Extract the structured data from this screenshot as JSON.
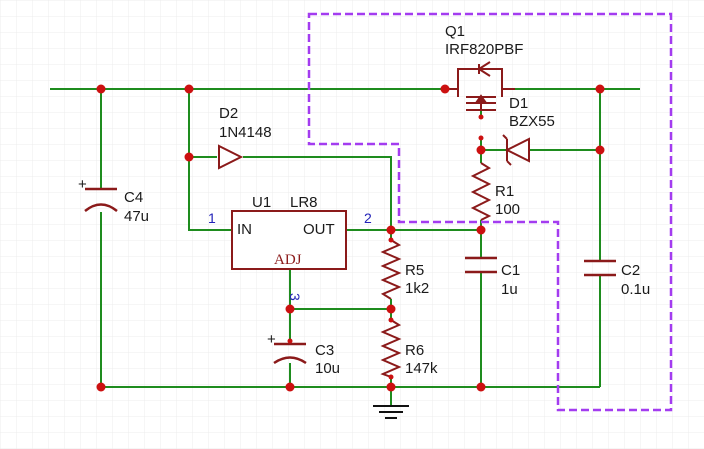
{
  "colors": {
    "wire": "#1e8c1e",
    "component": "#8b1a1a",
    "junction": "#cc1010",
    "selection": "#a33cf0",
    "grid": "#ececec",
    "text": "#1a1a1a",
    "pin_number": "#2222b8"
  },
  "components": {
    "q1": {
      "ref": "Q1",
      "value": "IRF820PBF"
    },
    "d1": {
      "ref": "D1",
      "value": "BZX55"
    },
    "d2": {
      "ref": "D2",
      "value": "1N4148"
    },
    "u1": {
      "ref": "U1",
      "value": "LR8",
      "pin_in": "IN",
      "pin_out": "OUT",
      "pin_adj": "ADJ",
      "pin1": "1",
      "pin2": "2",
      "pin3": "3"
    },
    "r1": {
      "ref": "R1",
      "value": "100"
    },
    "r5": {
      "ref": "R5",
      "value": "1k2"
    },
    "r6": {
      "ref": "R6",
      "value": "147k"
    },
    "c1": {
      "ref": "C1",
      "value": "1u"
    },
    "c2": {
      "ref": "C2",
      "value": "0.1u"
    },
    "c3": {
      "ref": "C3",
      "value": "10u"
    },
    "c4": {
      "ref": "C4",
      "value": "47u"
    },
    "c3_polarity": "+",
    "c4_polarity": "+"
  }
}
